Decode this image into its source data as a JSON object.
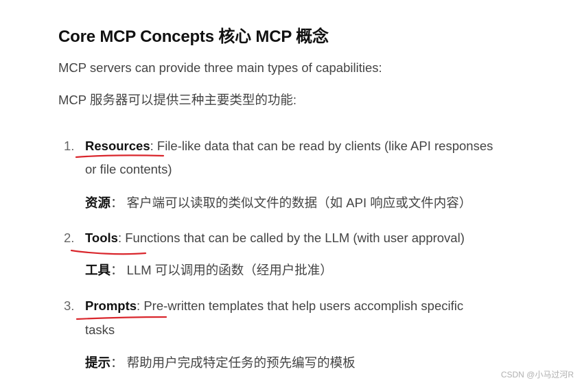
{
  "heading": "Core MCP Concepts 核心 MCP 概念",
  "intro_en": "MCP servers can provide three main types of capabilities:",
  "intro_zh": "MCP 服务器可以提供三种主要类型的功能:",
  "items": [
    {
      "number": "1.",
      "term": "Resources",
      "desc_line1": ": File-like data that can be read by clients (like API responses",
      "desc_line2": "or file contents)",
      "zh_term": "资源",
      "zh_desc": "： 客户端可以读取的类似文件的数据（如 API 响应或文件内容）"
    },
    {
      "number": "2.",
      "term": "Tools",
      "desc_line1": ": Functions that can be called by the LLM (with user approval)",
      "zh_term": "工具",
      "zh_desc": "： LLM 可以调用的函数（经用户批准）"
    },
    {
      "number": "3.",
      "term": "Prompts",
      "desc_line1": ": Pre-written templates that help users accomplish specific",
      "desc_line2": "tasks",
      "zh_term": "提示",
      "zh_desc": "： 帮助用户完成特定任务的预先编写的模板"
    }
  ],
  "watermark": "CSDN @小马过河R",
  "colors": {
    "underline": "#d9262c",
    "heading": "#111111",
    "text": "#444444"
  }
}
